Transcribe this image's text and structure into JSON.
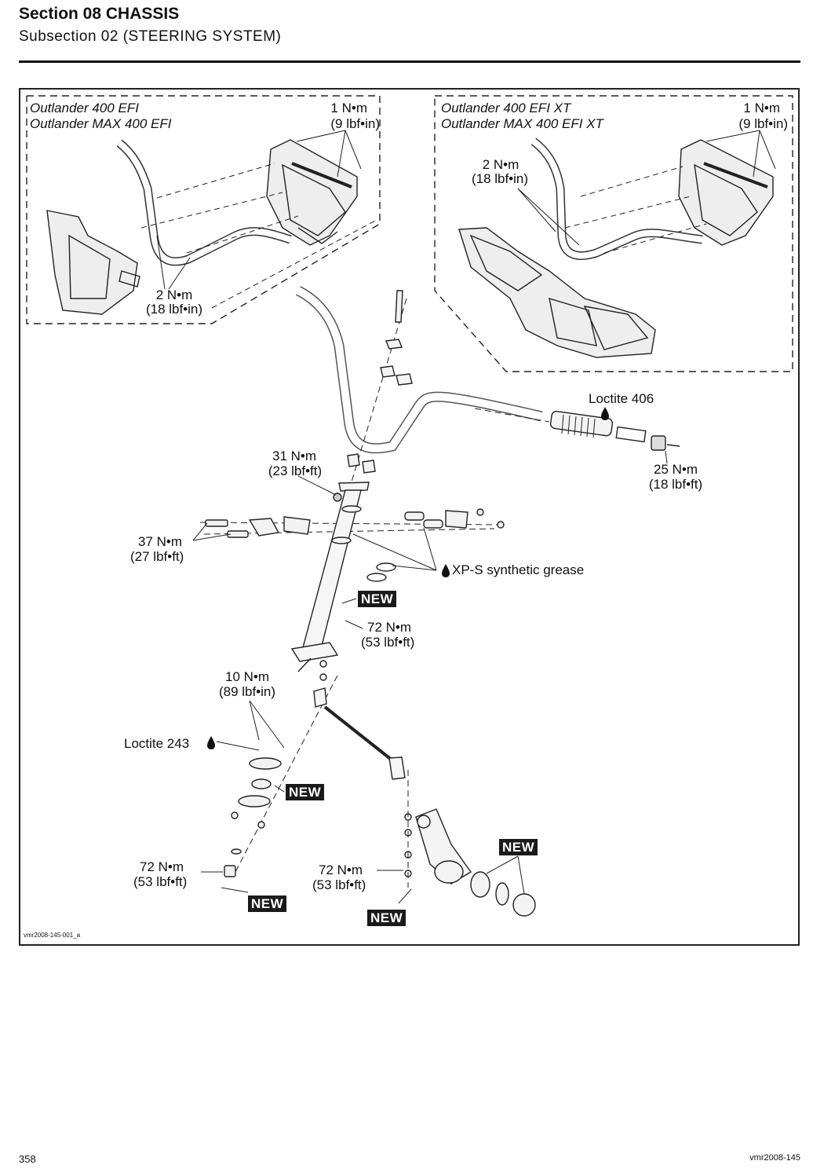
{
  "header": {
    "section": "Section 08 CHASSIS",
    "subsection": "Subsection 02 (STEERING SYSTEM)"
  },
  "inset_left": {
    "model_1": "Outlander 400 EFI",
    "model_2": "Outlander MAX 400 EFI",
    "torque_a_nm": "1 N•m",
    "torque_a_imp": "(9 lbf•in)",
    "torque_b_nm": "2 N•m",
    "torque_b_imp": "(18 lbf•in)"
  },
  "inset_right": {
    "model_1": "Outlander 400 EFI XT",
    "model_2": "Outlander MAX 400 EFI XT",
    "torque_a_nm": "1 N•m",
    "torque_a_imp": "(9 lbf•in)",
    "torque_b_nm": "2 N•m",
    "torque_b_imp": "(18 lbf•in)"
  },
  "callouts": {
    "loctite_406": "Loctite 406",
    "t25_nm": "25 N•m",
    "t25_imp": "(18 lbf•ft)",
    "t31_nm": "31 N•m",
    "t31_imp": "(23 lbf•ft)",
    "t37_nm": "37 N•m",
    "t37_imp": "(27 lbf•ft)",
    "grease": "XP-S synthetic grease",
    "t72a_nm": "72 N•m",
    "t72a_imp": "(53 lbf•ft)",
    "t10_nm": "10 N•m",
    "t10_imp": "(89 lbf•in)",
    "loctite_243": "Loctite 243",
    "t72b_nm": "72 N•m",
    "t72b_imp": "(53 lbf•ft)",
    "t72c_nm": "72 N•m",
    "t72c_imp": "(53 lbf•ft)",
    "new": "NEW"
  },
  "figure_code": "vmr2008-145-001_a",
  "footer": {
    "page_number": "358",
    "doc_ref": "vmr2008-145"
  }
}
